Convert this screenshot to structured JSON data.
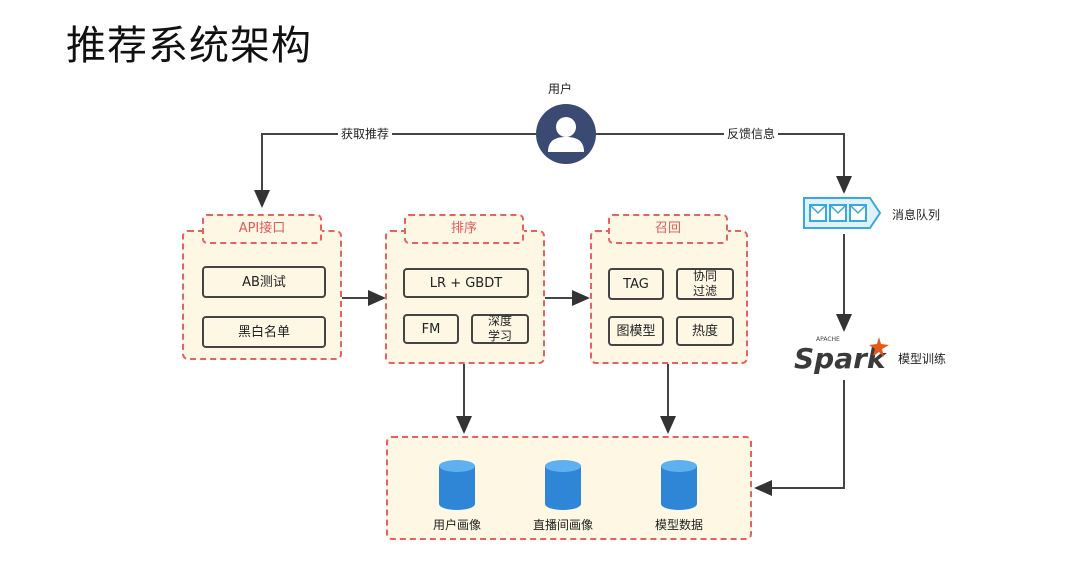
{
  "title": "推荐系统架构",
  "user": {
    "label": "用户",
    "icon": "user-avatar-icon"
  },
  "edges": {
    "get_rec": "获取推荐",
    "feedback": "反馈信息"
  },
  "queue": {
    "label": "消息队列",
    "icon": "message-queue-icon"
  },
  "spark": {
    "label": "模型训练",
    "logo_text": "Spark",
    "logo_small": "APACHE"
  },
  "panels": {
    "api": {
      "title": "API接口",
      "items": [
        "AB测试",
        "黑白名单"
      ]
    },
    "rank": {
      "title": "排序",
      "items": [
        "LR + GBDT",
        "FM",
        "深度学习"
      ]
    },
    "recall": {
      "title": "召回",
      "items": [
        "TAG",
        "协同过滤",
        "图模型",
        "热度"
      ]
    }
  },
  "storage": [
    "用户画像",
    "直播间画像",
    "模型数据"
  ],
  "colors": {
    "accent": "#e86161",
    "panel_fill": "#fdf7e4",
    "db_blue": "#2f86d6",
    "avatar": "#3b4a72",
    "spark_orange": "#e25a1c"
  }
}
